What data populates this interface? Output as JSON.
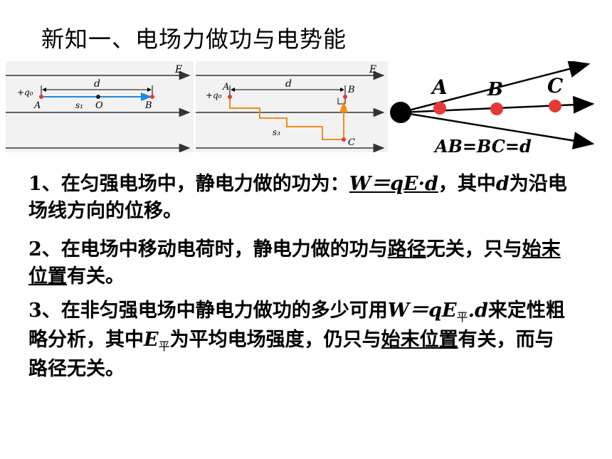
{
  "title": "新知一、电场力做功与电势能",
  "fig1": {
    "field_label": "E",
    "charge_label": "+q₀",
    "d_label": "d",
    "point_a": "A",
    "s_label": "s₁",
    "point_o": "O",
    "point_b": "B"
  },
  "fig2": {
    "field_label": "E",
    "charge_label": "+q₀",
    "point_a": "A",
    "d_label": "d",
    "point_b": "B",
    "s_label": "s₃",
    "point_c": "C"
  },
  "fig3": {
    "label_a": "A",
    "label_b": "B",
    "label_c": "C",
    "caption": "AB=BC=d"
  },
  "para1": {
    "p1": "1、在匀强电场中，静电力做的功为：",
    "formula": "W＝qE·d",
    "p2": "，其中",
    "var_d": "d",
    "p3": "为沿电场线方向的位移。"
  },
  "para2": {
    "p1": "2、在电场中移动电荷时，静电力做的功与",
    "u1": "路径",
    "p2": "无关，只与",
    "u2": "始末位置",
    "p3": "有关。"
  },
  "para3": {
    "p1": "3、在非匀强电场中静电力做功的多少可用",
    "f1": "W＝qE",
    "sub1": "平",
    "f2": ".d",
    "p2": "来定性粗略分析，其中",
    "f3": "E",
    "sub2": "平",
    "p3": "为平均电场强度，仍只与",
    "u1": "始末位置",
    "p4": "有关，而与路径无关。"
  }
}
